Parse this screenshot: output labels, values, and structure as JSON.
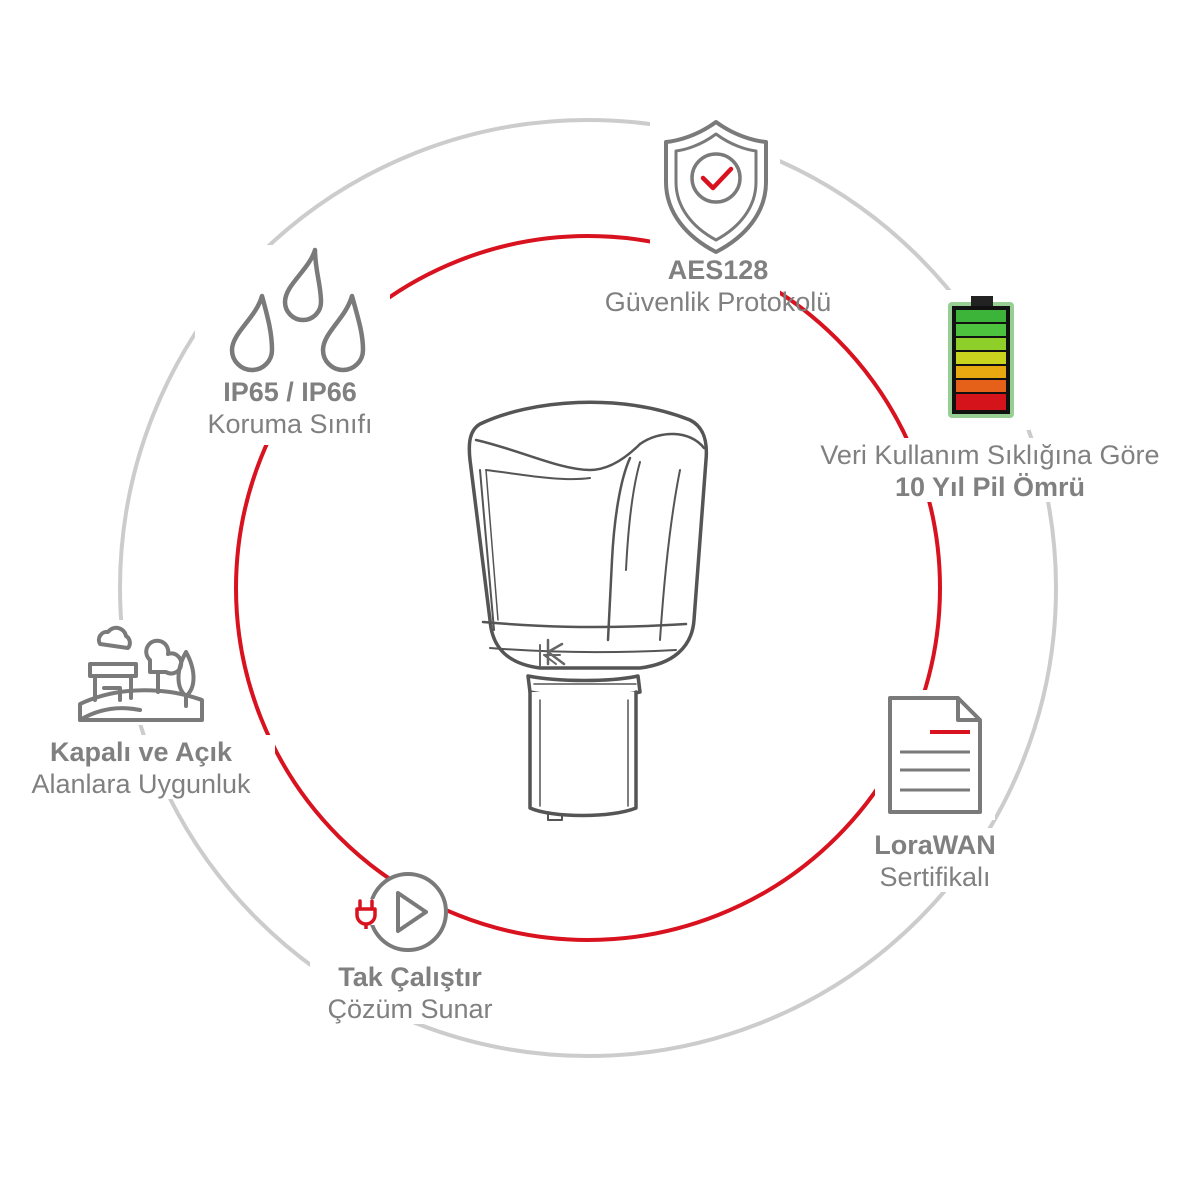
{
  "features": {
    "aes": {
      "title": "AES128",
      "subtitle": "Güvenlik Protokolü",
      "icon": "shield-check-icon"
    },
    "ip": {
      "title": "IP65 / IP66",
      "subtitle": "Koruma Sınıfı",
      "icon": "water-drops-icon"
    },
    "battery": {
      "subtitle_first": "Veri Kullanım Sıklığına Göre",
      "title": "10 Yıl Pil Ömrü",
      "icon": "battery-icon"
    },
    "area": {
      "title": "Kapalı ve Açık",
      "subtitle": "Alanlara Uygunluk",
      "icon": "landscape-icon"
    },
    "lora": {
      "title": "LoraWAN",
      "subtitle": "Sertifikalı",
      "icon": "document-icon"
    },
    "plug": {
      "title": "Tak Çalıştır",
      "subtitle": "Çözüm Sunar",
      "icon": "plug-play-icon"
    }
  },
  "colors": {
    "accent_red": "#d9121f",
    "outer_ring": "#cccccc",
    "icon_gray": "#7a7a7a",
    "text_gray": "#808080"
  }
}
